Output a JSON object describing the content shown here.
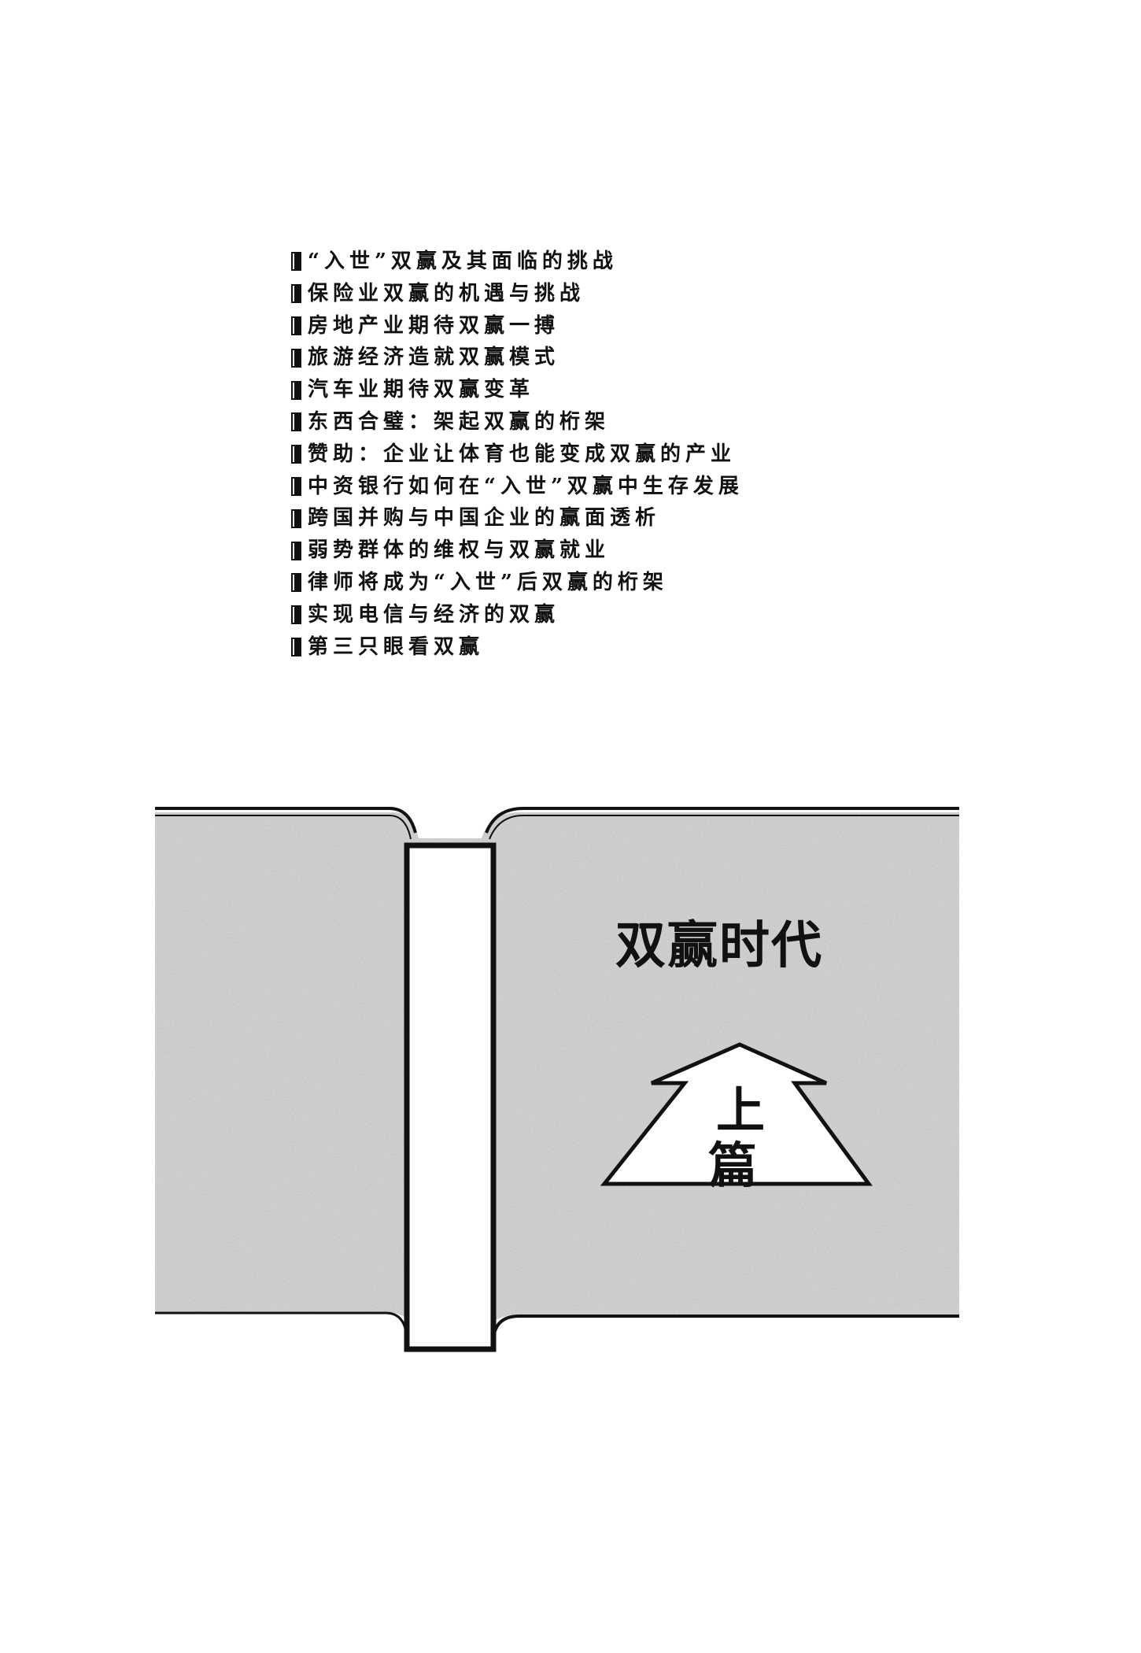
{
  "toc": {
    "items": [
      "“入世”双赢及其面临的挑战",
      "保险业双赢的机遇与挑战",
      "房地产业期待双赢一搏",
      "旅游经济造就双赢模式",
      "汽车业期待双赢变革",
      "东西合璧：架起双赢的桁架",
      "赞助：企业让体育也能变成双赢的产业",
      "中资银行如何在“入世”双赢中生存发展",
      "跨国并购与中国企业的赢面透析",
      "弱势群体的维权与双赢就业",
      "律师将成为“入世”后双赢的桁架",
      "实现电信与经济的双赢",
      "第三只眼看双赢"
    ]
  },
  "section": {
    "title": "双赢时代",
    "part_char_1": "上",
    "part_char_2": "篇"
  }
}
